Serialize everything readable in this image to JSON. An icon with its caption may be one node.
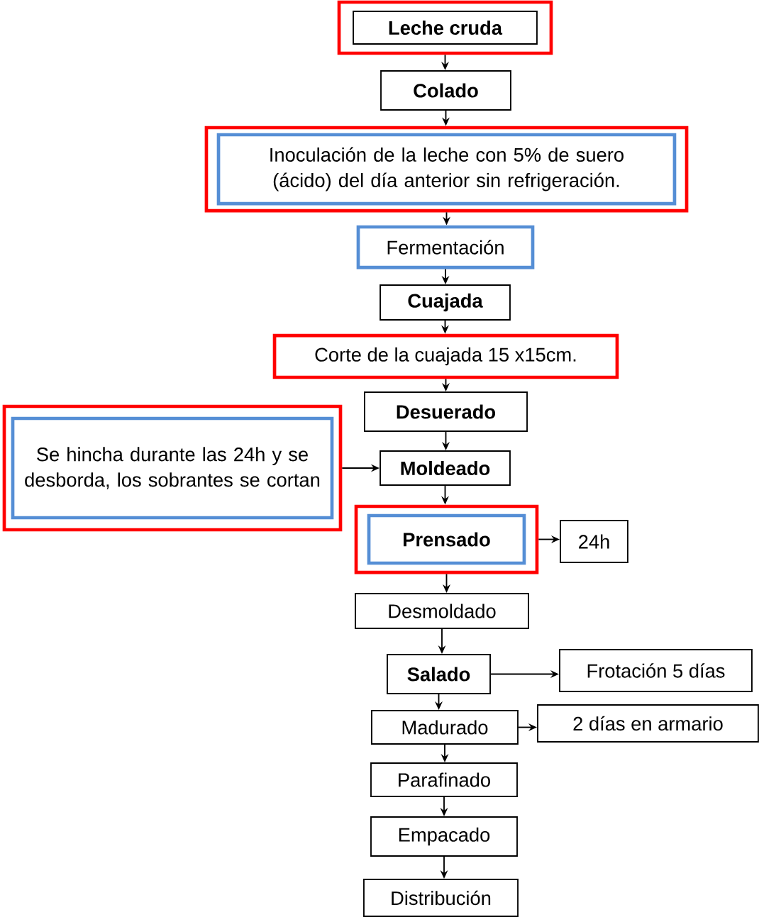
{
  "diagram": {
    "nodes": [
      {
        "text": [],
        "shape": "box"
      },
      {
        "text": [
          "Leche cruda"
        ],
        "in": 0
      },
      {
        "text": [
          "Colado"
        ]
      },
      {
        "text": [],
        "shape": "box"
      },
      {
        "text": [
          "Inoculación de la leche con 5% de suero (ácido) del día anterior sin refrigeración."
        ],
        "in": 3
      },
      {
        "text": [
          "Fermentación"
        ]
      },
      {
        "text": [
          "Cuajada"
        ]
      },
      {
        "text": [
          "Corte de la cuajada 15 x15cm."
        ]
      },
      {
        "text": [
          "Desuerado"
        ]
      },
      {
        "text": [],
        "shape": "box"
      },
      {
        "text": [
          "Se hincha durante las 24h y se desborda, los sobrantes se cortan"
        ],
        "in": 9
      },
      {
        "text": [
          "Moldeado"
        ]
      },
      {
        "text": [],
        "shape": "box"
      },
      {
        "text": [
          "Prensado"
        ],
        "in": 12
      },
      {
        "text": [
          "24h"
        ]
      },
      {
        "text": [
          "Desmoldado"
        ]
      },
      {
        "text": [
          "Salado"
        ]
      },
      {
        "text": [
          "Frotación 5 días"
        ]
      },
      {
        "text": [
          "Madurado"
        ]
      },
      {
        "text": [
          "2 días en armario"
        ]
      },
      {
        "text": [
          "Parafinado"
        ]
      },
      {
        "text": [
          "Empacado"
        ]
      },
      {
        "text": [
          "Distribución"
        ]
      }
    ],
    "edges": [
      {
        "from": 0,
        "to": 2,
        "arrow": "to"
      },
      {
        "from": 2,
        "to": 3,
        "arrow": "to"
      },
      {
        "from": 3,
        "to": 5,
        "arrow": "to"
      },
      {
        "from": 5,
        "to": 6,
        "arrow": "to"
      },
      {
        "from": 6,
        "to": 7,
        "arrow": "to"
      },
      {
        "from": 7,
        "to": 8,
        "arrow": "to"
      },
      {
        "from": 8,
        "to": 11,
        "arrow": "to"
      },
      {
        "from": 9,
        "to": 11,
        "arrow": "to"
      },
      {
        "from": 11,
        "to": 12,
        "arrow": "to"
      },
      {
        "from": 12,
        "to": 14,
        "arrow": "to"
      },
      {
        "from": 12,
        "to": 15,
        "arrow": "to"
      },
      {
        "from": 15,
        "to": 16,
        "arrow": "to"
      },
      {
        "from": 16,
        "to": 17,
        "arrow": "to"
      },
      {
        "from": 16,
        "to": 18,
        "arrow": "to"
      },
      {
        "from": 18,
        "to": 19,
        "arrow": "to"
      },
      {
        "from": 18,
        "to": 20,
        "arrow": "to"
      },
      {
        "from": 20,
        "to": 21,
        "arrow": "to"
      },
      {
        "from": 21,
        "to": 22,
        "arrow": "to"
      }
    ]
  }
}
